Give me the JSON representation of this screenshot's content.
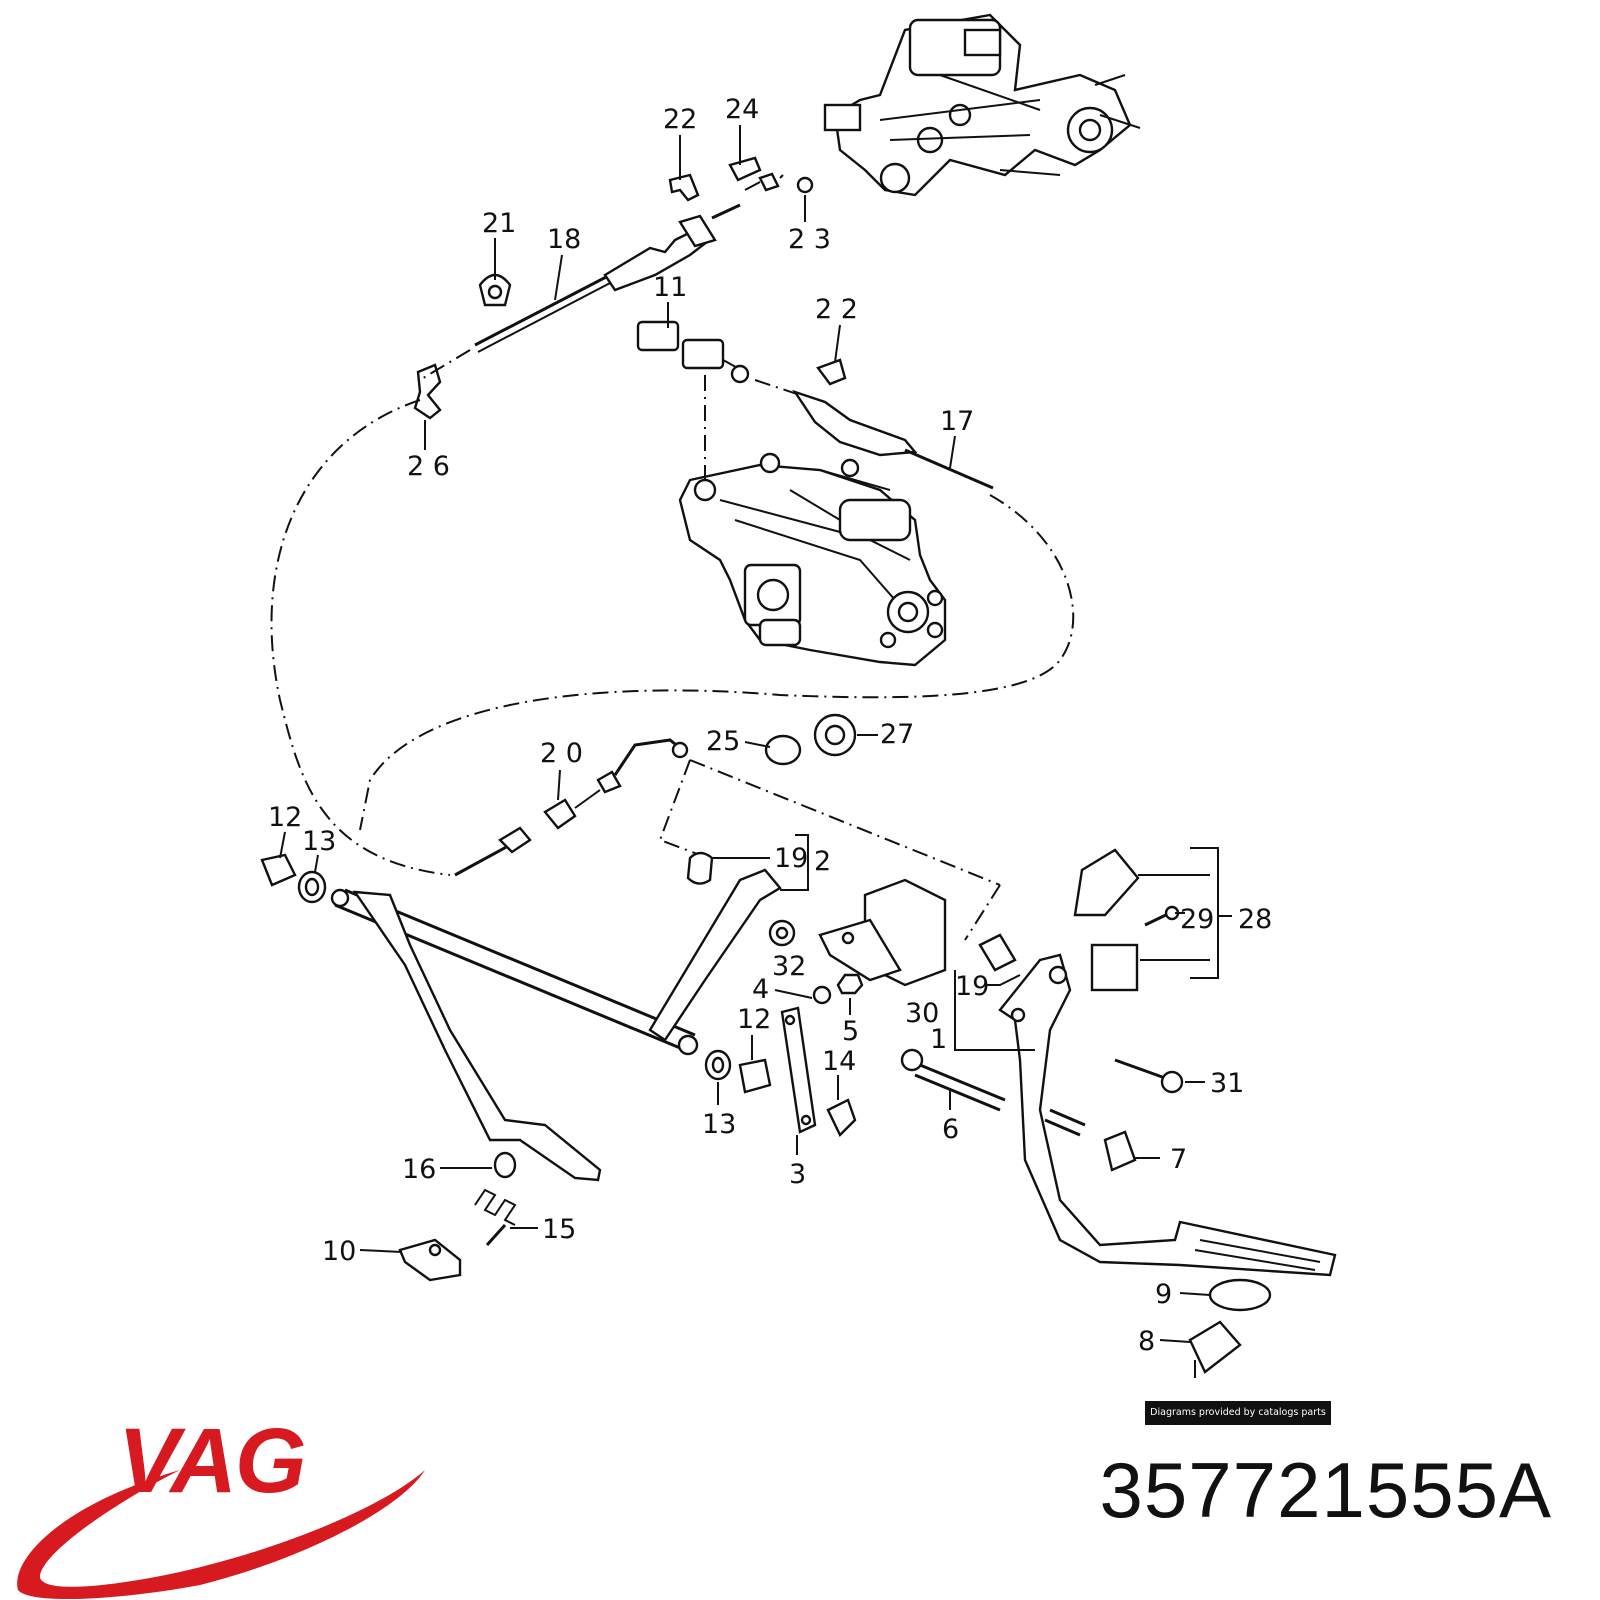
{
  "callouts": [
    {
      "id": "22a",
      "text": "22"
    },
    {
      "id": "24",
      "text": "24"
    },
    {
      "id": "23",
      "text": "2 3"
    },
    {
      "id": "21",
      "text": "21"
    },
    {
      "id": "18",
      "text": "18"
    },
    {
      "id": "11",
      "text": "11"
    },
    {
      "id": "22b",
      "text": "2 2"
    },
    {
      "id": "17",
      "text": "17"
    },
    {
      "id": "26",
      "text": "2 6"
    },
    {
      "id": "20",
      "text": "2 0"
    },
    {
      "id": "25",
      "text": "25"
    },
    {
      "id": "27",
      "text": "27"
    },
    {
      "id": "12a",
      "text": "12"
    },
    {
      "id": "13a",
      "text": "13"
    },
    {
      "id": "19a",
      "text": "19"
    },
    {
      "id": "2",
      "text": "2"
    },
    {
      "id": "32",
      "text": "32"
    },
    {
      "id": "4",
      "text": "4"
    },
    {
      "id": "5",
      "text": "5"
    },
    {
      "id": "30",
      "text": "30"
    },
    {
      "id": "19b",
      "text": "19"
    },
    {
      "id": "1",
      "text": "1"
    },
    {
      "id": "29",
      "text": "29"
    },
    {
      "id": "28",
      "text": "28"
    },
    {
      "id": "12b",
      "text": "12"
    },
    {
      "id": "14",
      "text": "14"
    },
    {
      "id": "13b",
      "text": "13"
    },
    {
      "id": "3",
      "text": "3"
    },
    {
      "id": "6",
      "text": "6"
    },
    {
      "id": "31",
      "text": "31"
    },
    {
      "id": "7",
      "text": "7"
    },
    {
      "id": "16",
      "text": "16"
    },
    {
      "id": "15",
      "text": "15"
    },
    {
      "id": "10",
      "text": "10"
    },
    {
      "id": "9",
      "text": "9"
    },
    {
      "id": "8",
      "text": "8"
    }
  ],
  "credit": "Diagrams provided by catalogs parts",
  "brand": {
    "name": "VAG",
    "color": "#d71920"
  },
  "part_number": "357721555A"
}
